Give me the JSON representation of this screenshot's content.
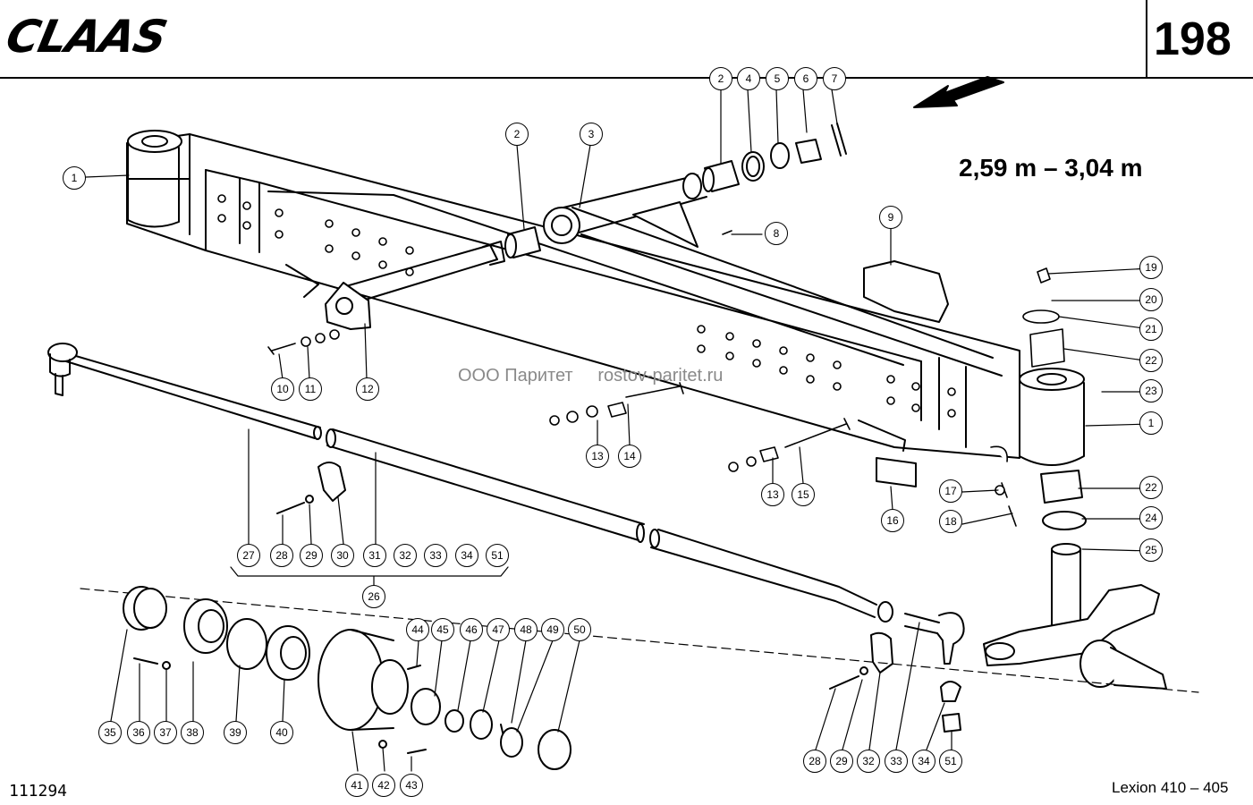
{
  "header": {
    "brand": "CLAAS",
    "page_number": "198"
  },
  "diagram": {
    "width_range": "2,59 m – 3,04 m",
    "watermark": "ООО Паритет     rostov-paritet.ru",
    "document_number": "111294",
    "model": "Lexion 410 – 405",
    "callouts": [
      "1",
      "2",
      "2",
      "3",
      "4",
      "5",
      "6",
      "7",
      "8",
      "9",
      "10",
      "11",
      "12",
      "13",
      "14",
      "13",
      "15",
      "16",
      "17",
      "18",
      "19",
      "20",
      "21",
      "22",
      "23",
      "1",
      "22",
      "24",
      "25",
      "26",
      "27",
      "28",
      "29",
      "30",
      "31",
      "32",
      "33",
      "34",
      "51",
      "35",
      "36",
      "37",
      "38",
      "39",
      "40",
      "41",
      "42",
      "43",
      "44",
      "45",
      "46",
      "47",
      "48",
      "49",
      "50",
      "28",
      "29",
      "32",
      "33",
      "34",
      "51"
    ]
  }
}
